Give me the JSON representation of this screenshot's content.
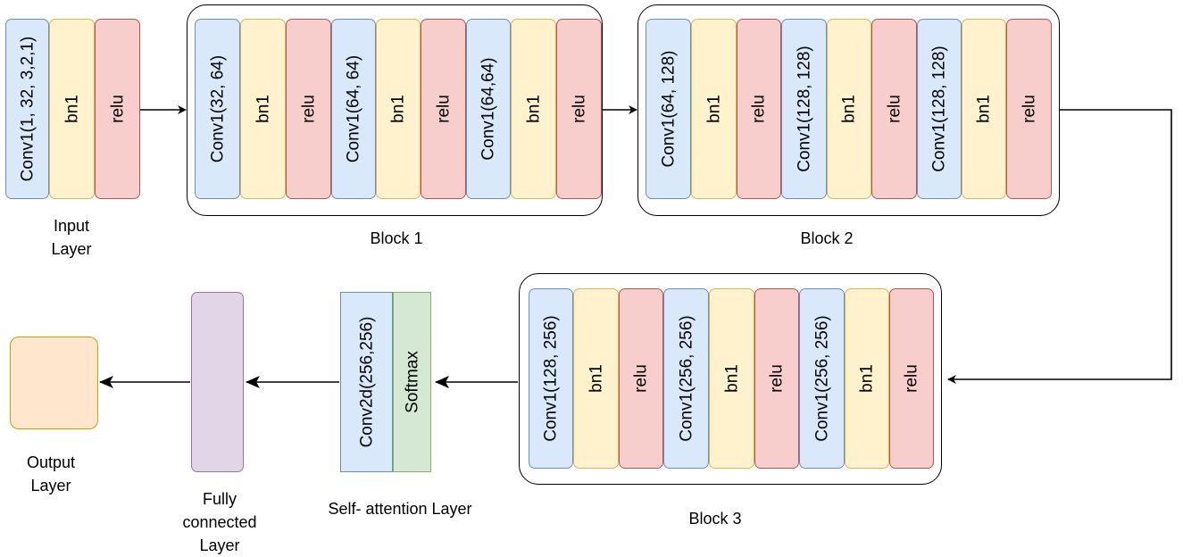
{
  "input": {
    "layers": [
      "Conv1(1, 32, 3,2,1)",
      "bn1",
      "relu"
    ],
    "caption_line1": "Input",
    "caption_line2": "Layer"
  },
  "block1": {
    "layers": [
      "Conv1(32, 64)",
      "bn1",
      "relu",
      "Conv1(64, 64)",
      "bn1",
      "relu",
      "Conv1(64,64)",
      "bn1",
      "relu"
    ],
    "caption": "Block 1"
  },
  "block2": {
    "layers": [
      "Conv1(64, 128)",
      "bn1",
      "relu",
      "Conv1(128, 128)",
      "bn1",
      "relu",
      "Conv1(128, 128)",
      "bn1",
      "relu"
    ],
    "caption": "Block 2"
  },
  "block3": {
    "layers": [
      "Conv1(128, 256)",
      "bn1",
      "relu",
      "Conv1(256, 256)",
      "bn1",
      "relu",
      "Conv1(256, 256)",
      "bn1",
      "relu"
    ],
    "caption": "Block 3"
  },
  "attention": {
    "conv": "Conv2d(256,256)",
    "softmax": "Softmax",
    "caption": "Self- attention Layer"
  },
  "fc": {
    "caption_line1": "Fully",
    "caption_line2": "connected",
    "caption_line3": "Layer"
  },
  "output": {
    "caption_line1": "Output",
    "caption_line2": "Layer"
  },
  "colors": {
    "conv_fill": "#dae8fc",
    "conv_border": "#6c8ebf",
    "bn_fill": "#fff2cc",
    "bn_border": "#d6b656",
    "relu_fill": "#f8cecc",
    "relu_border": "#b85450",
    "softmax_fill": "#d5e8d4",
    "softmax_border": "#82b366",
    "fc_fill": "#e1d5e7",
    "fc_border": "#9673a6",
    "output_fill": "#ffe6cc",
    "output_border": "#d79b00"
  }
}
